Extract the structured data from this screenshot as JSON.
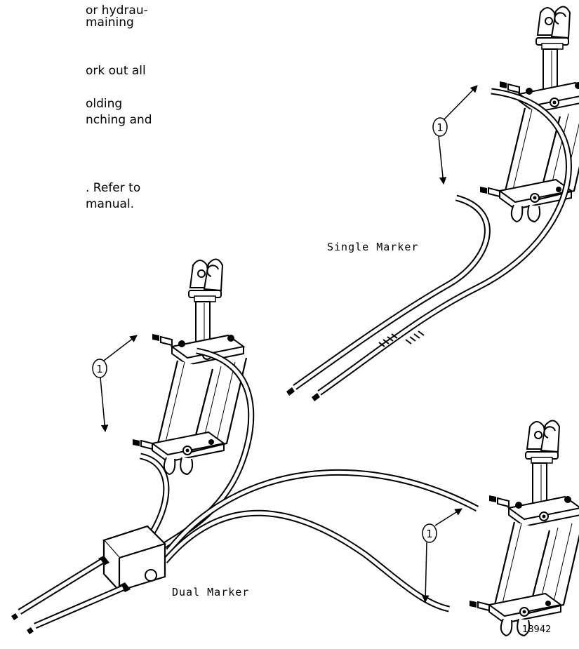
{
  "text_fragments": [
    "or hydrau-",
    "maining",
    "ork out all",
    "olding",
    "nching and",
    ". Refer to",
    "manual."
  ],
  "captions": {
    "single": "Single Marker",
    "dual": "Dual Marker"
  },
  "callout": "1",
  "figure_number": "18942"
}
